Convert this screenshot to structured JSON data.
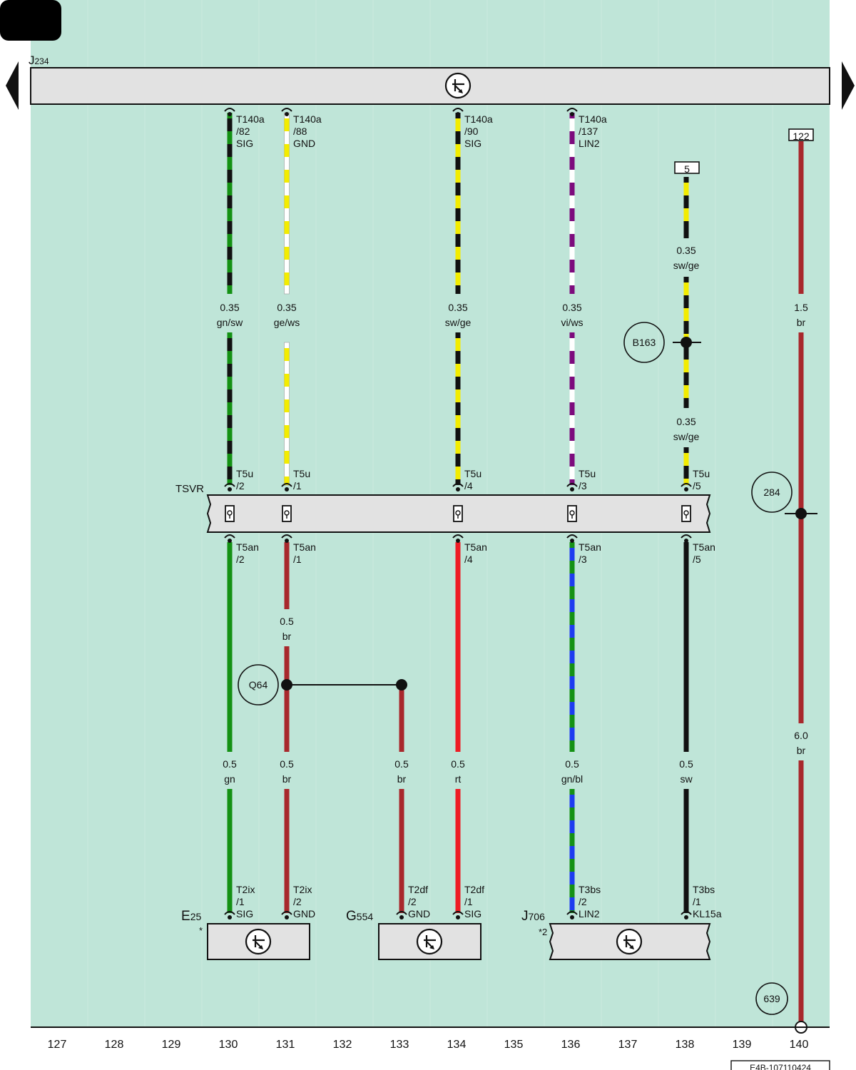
{
  "page": {
    "title_tab": "",
    "doc_code": "E4B-107110424",
    "next_arrow": "arrow-right-icon",
    "prev_arrow": "arrow-left-icon"
  },
  "colors": {
    "background": "#bfe5d8",
    "component_fill": "#e2e2e2",
    "gn": "#149114",
    "sw": "#111111",
    "ge": "#f3ec00",
    "ws": "#ffffff",
    "vi": "#7d0b7d",
    "br": "#a8282c",
    "rt": "#ee1c24",
    "bl": "#1e3cf0"
  },
  "components": {
    "J234": {
      "letter": "J",
      "sub": "234"
    },
    "TSVR": {
      "label": "TSVR"
    },
    "E25": {
      "letter": "E",
      "sub": "25",
      "note": "*"
    },
    "G554": {
      "letter": "G",
      "sub": "554"
    },
    "J706": {
      "letter": "J",
      "sub": "706",
      "note": "*2"
    }
  },
  "pins": [
    {
      "id": "j234_82",
      "lines": [
        "T140a",
        "/82",
        "SIG"
      ]
    },
    {
      "id": "j234_88",
      "lines": [
        "T140a",
        "/88",
        "GND"
      ]
    },
    {
      "id": "j234_90",
      "lines": [
        "T140a",
        "/90",
        "SIG"
      ]
    },
    {
      "id": "j234_137",
      "lines": [
        "T140a",
        "/137",
        "LIN2"
      ]
    },
    {
      "id": "t5u_2",
      "lines": [
        "T5u",
        "/2"
      ]
    },
    {
      "id": "t5u_1",
      "lines": [
        "T5u",
        "/1"
      ]
    },
    {
      "id": "t5u_4",
      "lines": [
        "T5u",
        "/4"
      ]
    },
    {
      "id": "t5u_3",
      "lines": [
        "T5u",
        "/3"
      ]
    },
    {
      "id": "t5u_5",
      "lines": [
        "T5u",
        "/5"
      ]
    },
    {
      "id": "t5an_2",
      "lines": [
        "T5an",
        "/2"
      ]
    },
    {
      "id": "t5an_1",
      "lines": [
        "T5an",
        "/1"
      ]
    },
    {
      "id": "t5an_4",
      "lines": [
        "T5an",
        "/4"
      ]
    },
    {
      "id": "t5an_3",
      "lines": [
        "T5an",
        "/3"
      ]
    },
    {
      "id": "t5an_5",
      "lines": [
        "T5an",
        "/5"
      ]
    },
    {
      "id": "e25_1",
      "lines": [
        "T2ix",
        "/1",
        "SIG"
      ]
    },
    {
      "id": "e25_2",
      "lines": [
        "T2ix",
        "/2",
        "GND"
      ]
    },
    {
      "id": "g554_2",
      "lines": [
        "T2df",
        "/2",
        "GND"
      ]
    },
    {
      "id": "g554_1",
      "lines": [
        "T2df",
        "/1",
        "SIG"
      ]
    },
    {
      "id": "j706_2",
      "lines": [
        "T3bs",
        "/2",
        "LIN2"
      ]
    },
    {
      "id": "j706_1",
      "lines": [
        "T3bs",
        "/1",
        "KL15a"
      ]
    }
  ],
  "wire_labels": [
    {
      "id": "w130a",
      "size": "0.35",
      "color": "gn/sw"
    },
    {
      "id": "w131a",
      "size": "0.35",
      "color": "ge/ws"
    },
    {
      "id": "w134a",
      "size": "0.35",
      "color": "sw/ge"
    },
    {
      "id": "w136a",
      "size": "0.35",
      "color": "vi/ws"
    },
    {
      "id": "w138a",
      "size": "0.35",
      "color": "sw/ge"
    },
    {
      "id": "w138b",
      "size": "0.35",
      "color": "sw/ge"
    },
    {
      "id": "w140a",
      "size": "1.5",
      "color": "br"
    },
    {
      "id": "w131b",
      "size": "0.5",
      "color": "br"
    },
    {
      "id": "w140b",
      "size": "6.0",
      "color": "br"
    },
    {
      "id": "w130c",
      "size": "0.5",
      "color": "gn"
    },
    {
      "id": "w131c",
      "size": "0.5",
      "color": "br"
    },
    {
      "id": "w133c",
      "size": "0.5",
      "color": "br"
    },
    {
      "id": "w134c",
      "size": "0.5",
      "color": "rt"
    },
    {
      "id": "w136c",
      "size": "0.5",
      "color": "gn/bl"
    },
    {
      "id": "w138c",
      "size": "0.5",
      "color": "sw"
    }
  ],
  "references": {
    "ref_5": "5",
    "ref_122": "122",
    "B163": "B163",
    "Q64": "Q64",
    "ref_284": "284",
    "ref_639": "639"
  },
  "columns": [
    "127",
    "128",
    "129",
    "130",
    "131",
    "132",
    "133",
    "134",
    "135",
    "136",
    "137",
    "138",
    "139",
    "140"
  ]
}
